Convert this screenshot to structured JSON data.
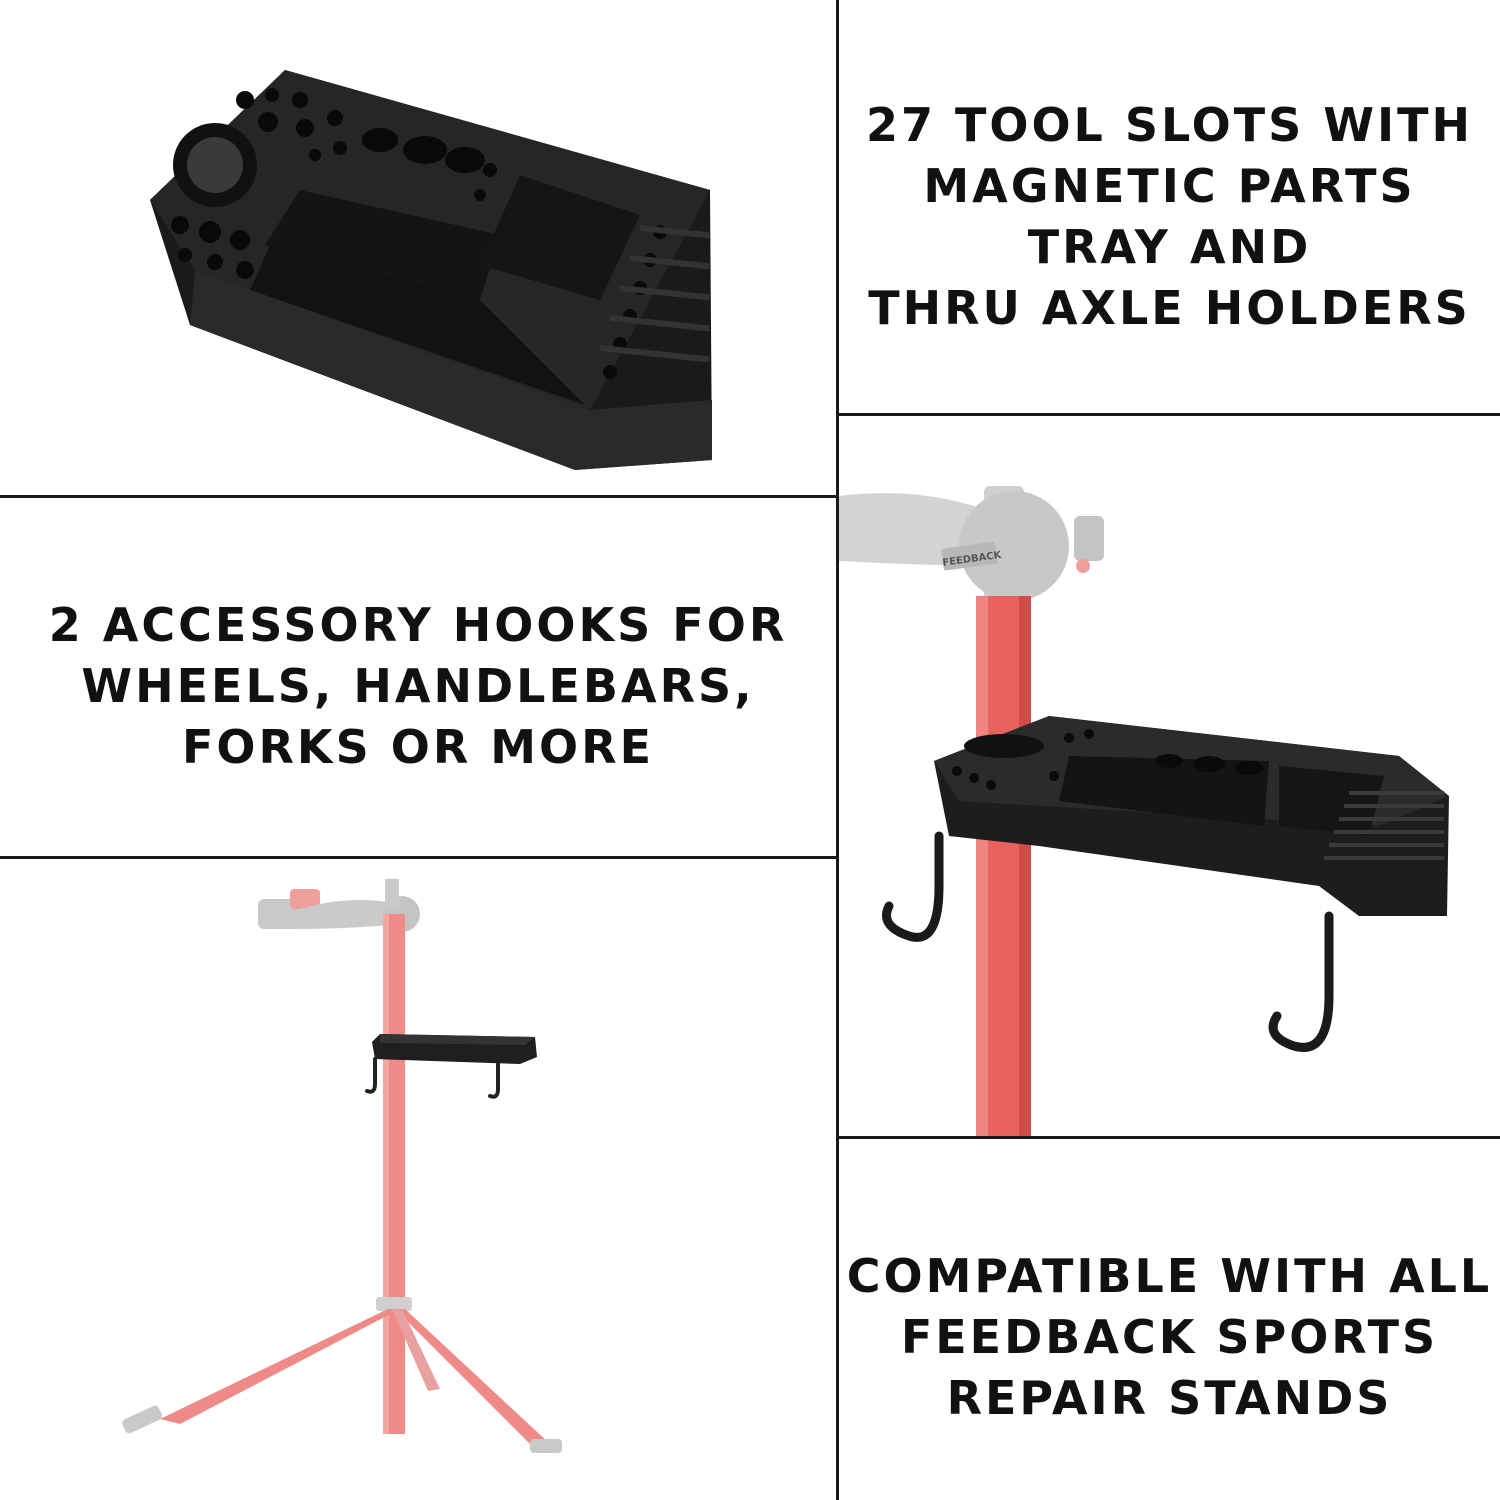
{
  "panels": {
    "tool_slots": {
      "lines": [
        "27 TOOL SLOTS WITH",
        "MAGNETIC PARTS",
        "TRAY AND",
        "THRU AXLE HOLDERS"
      ]
    },
    "hooks": {
      "lines": [
        "2 ACCESSORY HOOKS FOR",
        "WHEELS, HANDLEBARS,",
        "FORKS OR MORE"
      ]
    },
    "compatible": {
      "lines": [
        "COMPATIBLE WITH ALL",
        "FEEDBACK SPORTS",
        "REPAIR STANDS"
      ]
    },
    "mounted_photo": {
      "brand_mark": "FEEDBACK"
    }
  },
  "colors": {
    "tray": "#1c1c1c",
    "stand_red": "#e8625f",
    "faded_gray": "#c9c9c9",
    "divider": "#1a1a1a"
  }
}
